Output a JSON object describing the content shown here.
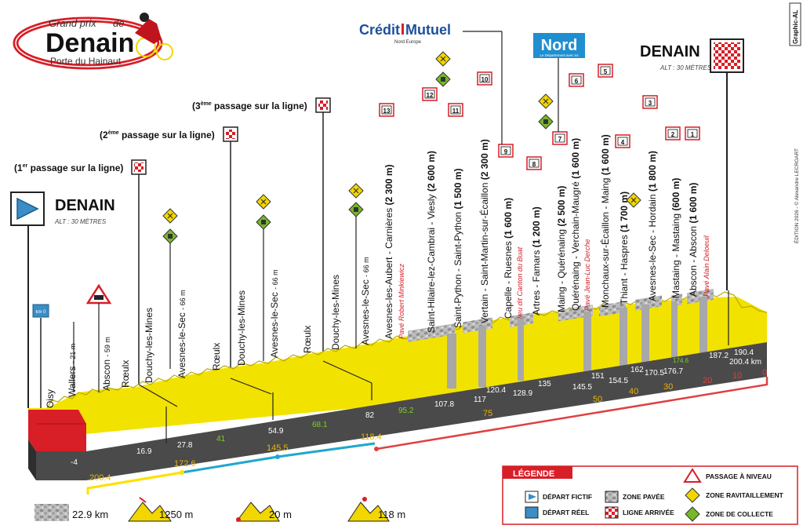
{
  "race": {
    "logo_small": "Grand prix",
    "logo_de": "de",
    "logo_name": "Denain",
    "logo_sub": "Porte du Hainaut",
    "sponsor_1a": "Crédit",
    "sponsor_1b": "Mutuel",
    "sponsor_1_sub": "Nord Europe",
    "sponsor_2": "Nord",
    "sponsor_2_sub": "Le Département avec toi"
  },
  "start": {
    "name": "DENAIN",
    "alt": "ALT : 30 MÈTRES"
  },
  "finish": {
    "name": "DENAIN",
    "alt": "ALT : 30 MÈTRES"
  },
  "credits": {
    "side": "ÉDITION 2026 - © Alexandre LECROART",
    "brand": "Graphic-AL"
  },
  "passages": [
    {
      "num": "1",
      "sup": "er",
      "text": "passage sur la ligne"
    },
    {
      "num": "2",
      "sup": "ème",
      "text": "passage sur la ligne"
    },
    {
      "num": "3",
      "sup": "ème",
      "text": "passage sur la ligne"
    }
  ],
  "places": [
    {
      "name": "Oisy"
    },
    {
      "name": "Wallers",
      "extra": "- 21 m"
    },
    {
      "name": "Abscon",
      "extra": "- 59 m"
    },
    {
      "name": "Rœulx"
    },
    {
      "name": "Douchy-les-Mines"
    },
    {
      "name": "Avesnes-le-Sec",
      "extra": "- 66 m"
    },
    {
      "name": "Rœulx"
    },
    {
      "name": "Douchy-les-Mines"
    },
    {
      "name": "Avesnes-le-Sec",
      "extra": "- 66 m"
    },
    {
      "name": "Rœulx"
    },
    {
      "name": "Douchy-les-Mines"
    },
    {
      "name": "Avesnes-le-Sec",
      "extra": "- 66 m"
    },
    {
      "name": "Avesnes-les-Aubert - Carnières",
      "len": "(2 300 m)",
      "sub": "Pavé Robert Minkiewicz",
      "sector": "13"
    },
    {
      "name": "Saint-Hilaire-lez-Cambrai - Viesly",
      "len": "(2 600 m)",
      "sector": "12"
    },
    {
      "name": "Saint-Python - Saint-Python",
      "len": "(1 500 m)",
      "sector": "11"
    },
    {
      "name": "Vertain - Saint-Martin-sur-Écaillon",
      "len": "(2 300 m)",
      "sector": "10"
    },
    {
      "name": "Capelle - Ruesnes",
      "len": "(1 600 m)",
      "sub": "lieu dit Canton du Buat",
      "sector": "9"
    },
    {
      "name": "Artres - Famars",
      "len": "(1 200 m)",
      "sector": "8"
    },
    {
      "name": "Maing - Quérénaing",
      "len": "(2 500 m)",
      "sector": "7"
    },
    {
      "name": "Quérénaing - Verchain-Maugré",
      "len": "(1 600 m)",
      "sub": "Pavé Jean-Luc Derche",
      "sector": "6"
    },
    {
      "name": "Monchaux-sur-Écaillon - Maing",
      "len": "(1 600 m)",
      "sector": "5"
    },
    {
      "name": "Thiant - Haspres",
      "len": "(1 700 m)",
      "sector": "4"
    },
    {
      "name": "Avesnes-le-Sec - Hordain",
      "len": "(1 800 m)",
      "sector": "3"
    },
    {
      "name": "Mastaing - Mastaing",
      "len": "(600 m)",
      "sector": "2"
    },
    {
      "name": "Abscon - Abscon",
      "len": "(1 600 m)",
      "sub": "Pavé Alain Deloeuil",
      "sector": "1"
    }
  ],
  "km_marks": [
    "-4",
    "16.9",
    "27.8",
    "41",
    "54.9",
    "68.1",
    "82",
    "95.2",
    "107.8",
    "117",
    "120.4",
    "128.9",
    "135",
    "145.5",
    "151",
    "154.5",
    "162",
    "170.5",
    "174.6",
    "176.7",
    "187.2",
    "190.4",
    "200.4 km"
  ],
  "remaining_marks": [
    "118.4",
    "75",
    "50",
    "40",
    "30",
    "20",
    "10",
    "0"
  ],
  "circuit_marks": [
    "200.4",
    "172.6",
    "145.5"
  ],
  "stats": {
    "cobbles": "22.9 km",
    "elevation": "1250 m",
    "max_alt": "20 m",
    "min_alt": "118 m"
  },
  "legend": {
    "title": "LÉGENDE",
    "items": [
      {
        "label": "DÉPART FICTIF"
      },
      {
        "label": "ZONE PAVÉE"
      },
      {
        "label": "PASSAGE À NIVEAU"
      },
      {
        "label": "DÉPART RÉEL"
      },
      {
        "label": "LIGNE ARRIVÉE"
      },
      {
        "label": "ZONE RAVITAILLEMENT"
      },
      {
        "label": "ZONE DE COLLECTE"
      }
    ]
  },
  "km0_label": "km 0",
  "colors": {
    "road": "#4a4a4a",
    "profile": "#f3e400",
    "start_block": "#d81e27",
    "red": "#e04040",
    "cyan": "#1ea7d9",
    "yellow_line": "#ffe000",
    "green_icon": "#76b82a"
  }
}
